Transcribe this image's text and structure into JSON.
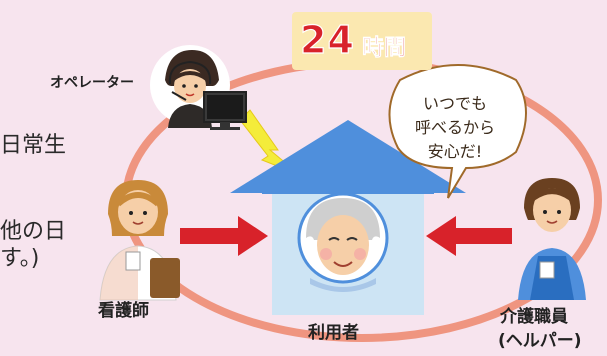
{
  "badge": {
    "number": "24",
    "unit": "時間"
  },
  "labels": {
    "operator": "オペレーター",
    "nurse": "看護師",
    "user": "利用者",
    "caregiver_line1": "介護職員",
    "caregiver_line2": "(ヘルパー)"
  },
  "speech_bubble": {
    "line1": "いつでも",
    "line2": "呼べるから",
    "line3": "安心だ!"
  },
  "partial_text": {
    "line1": "日常生",
    "line2": "他の日",
    "line3": "す。)"
  },
  "colors": {
    "background": "#f7e4ee",
    "ring": "#ef9580",
    "house_roof": "#4f8fdc",
    "house_body": "#cde4f4",
    "arrow": "#d8222a",
    "lightning": "#f4ec3a",
    "badge_bg": "#fbe8b0",
    "badge_text": "#d8222a"
  }
}
